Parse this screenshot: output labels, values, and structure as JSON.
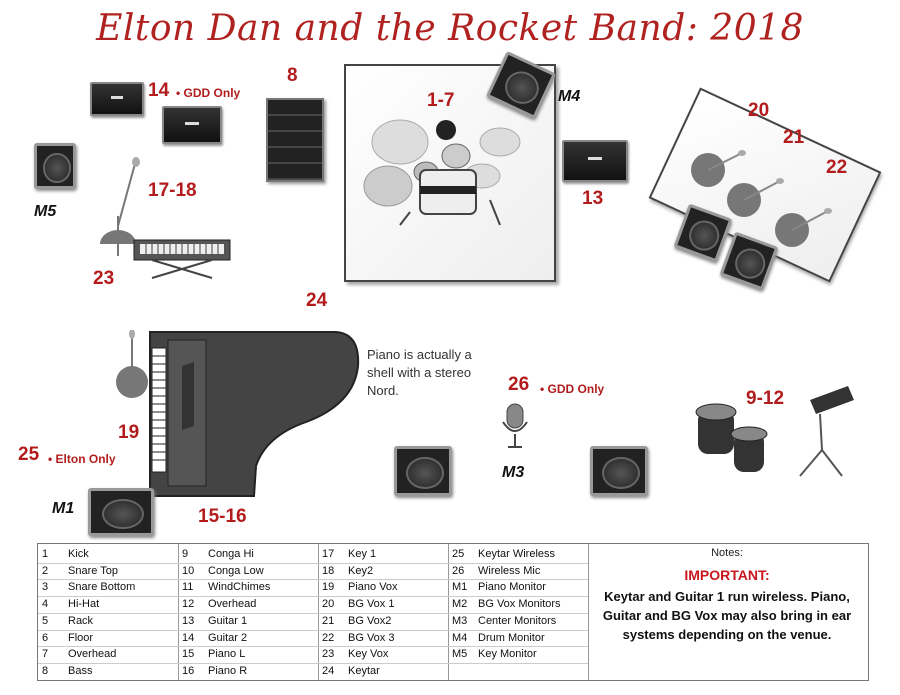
{
  "title": "Elton Dan and the Rocket Band: 2018",
  "stage_labels": {
    "l14": "14",
    "gdd1": "• GDD Only",
    "l8": "8",
    "l1_7": "1-7",
    "m4": "M4",
    "m5": "M5",
    "l17_18": "17-18",
    "l13": "13",
    "l20": "20",
    "l21": "21",
    "l22": "22",
    "l23": "23",
    "l24": "24",
    "piano_note": "Piano is actually a shell with a stereo Nord.",
    "l26": "26",
    "gdd2": "• GDD Only",
    "l9_12": "9-12",
    "l19": "19",
    "l25": "25",
    "elton": "• Elton Only",
    "m3": "M3",
    "m1": "M1",
    "l15_16": "15-16"
  },
  "legend": {
    "col1": [
      [
        "1",
        "Kick"
      ],
      [
        "2",
        "Snare Top"
      ],
      [
        "3",
        "Snare Bottom"
      ],
      [
        "4",
        "Hi-Hat"
      ],
      [
        "5",
        "Rack"
      ],
      [
        "6",
        "Floor"
      ],
      [
        "7",
        "Overhead"
      ],
      [
        "8",
        "Bass"
      ]
    ],
    "col2": [
      [
        "9",
        "Conga Hi"
      ],
      [
        "10",
        "Conga Low"
      ],
      [
        "11",
        "WindChimes"
      ],
      [
        "12",
        "Overhead"
      ],
      [
        "13",
        "Guitar 1"
      ],
      [
        "14",
        "Guitar 2"
      ],
      [
        "15",
        "Piano L"
      ],
      [
        "16",
        "Piano R"
      ]
    ],
    "col3": [
      [
        "17",
        "Key 1"
      ],
      [
        "18",
        "Key2"
      ],
      [
        "19",
        "Piano Vox"
      ],
      [
        "20",
        "BG Vox 1"
      ],
      [
        "21",
        "BG Vox2"
      ],
      [
        "22",
        "BG Vox 3"
      ],
      [
        "23",
        "Key Vox"
      ],
      [
        "24",
        "Keytar"
      ]
    ],
    "col4": [
      [
        "25",
        "Keytar Wireless"
      ],
      [
        "26",
        "Wireless Mic"
      ],
      [
        "M1",
        "Piano Monitor"
      ],
      [
        "M2",
        "BG Vox Monitors"
      ],
      [
        "M3",
        "Center Monitors"
      ],
      [
        "M4",
        "Drum Monitor"
      ],
      [
        "M5",
        "Key Monitor"
      ]
    ]
  },
  "notes": {
    "heading": "Notes:",
    "important": "IMPORTANT:",
    "body": "Keytar and Guitar 1 run wireless. Piano, Guitar and BG Vox may also bring in ear systems depending on the venue."
  }
}
